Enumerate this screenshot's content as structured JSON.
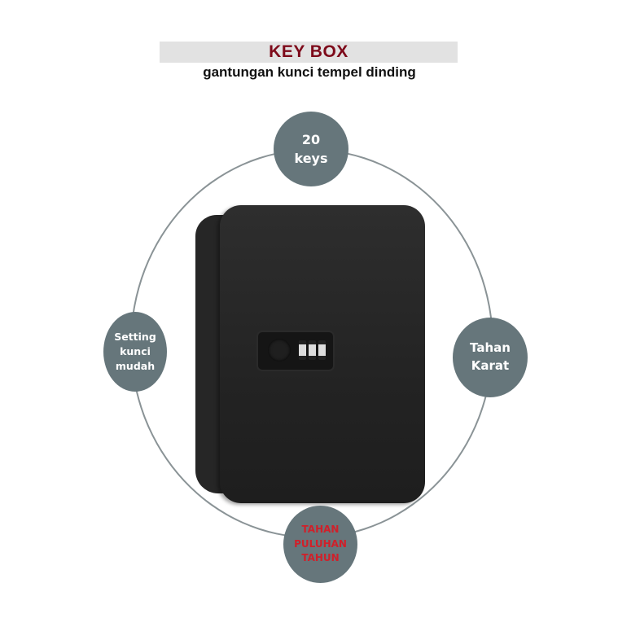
{
  "header": {
    "title": "KEY BOX",
    "subtitle": "gantungan kunci tempel dinding"
  },
  "features": {
    "top": {
      "line1": "20",
      "line2": "keys"
    },
    "left": {
      "line1": "Setting",
      "line2": "kunci",
      "line3": "mudah"
    },
    "right": {
      "line1": "Tahan",
      "line2": "Karat"
    },
    "bottom": {
      "line1": "TAHAN",
      "line2": "PULUHAN",
      "line3": "TAHUN"
    }
  },
  "product": {
    "name": "key-box-with-combination-lock",
    "lock_dials": 3
  },
  "colors": {
    "title": "#7d0a1a",
    "bubble": "#66767b",
    "bottom_text": "#d0202a"
  }
}
